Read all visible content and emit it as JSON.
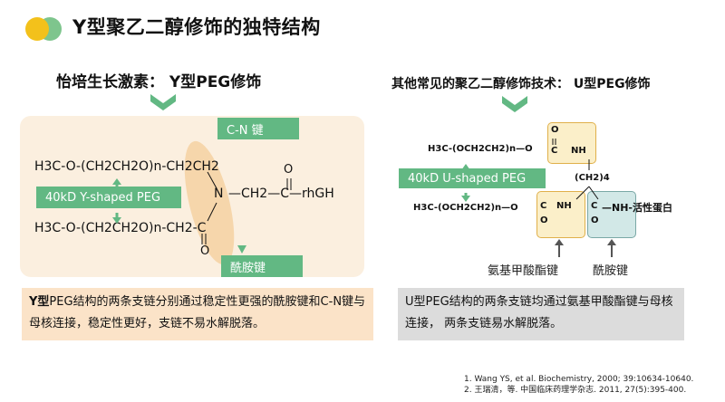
{
  "header": {
    "title": "Y型聚乙二醇修饰的独特结构"
  },
  "left": {
    "heading": "怡培生长激素： Y型PEG修饰",
    "top_chain": "H3C-O-(CH2CH2O)n-CH2CH2",
    "bottom_chain": "H3C-O-(CH2CH2O)n-CH2-C",
    "n_atom": "N",
    "tail": "—CH2—C—rhGH",
    "o_top": "O",
    "o_bottom": "O",
    "label_cn_bond": "C-N 键",
    "label_peg": "40kD Y-shaped PEG",
    "label_amide": "酰胺键",
    "desc_bold": "Y型",
    "desc_text": "PEG结构的两条支链分别通过稳定性更强的酰胺键和C-N键与母核连接，稳定性更好，支链不易水解脱落。"
  },
  "right": {
    "heading": "其他常见的聚乙二醇修饰技术： U型PEG修饰",
    "top_chain": "H3C-(OCH2CH2)n—O",
    "bottom_chain": "H3C-(OCH2CH2)n—O",
    "c_label": "C",
    "nh_label": "NH",
    "o_label": "O",
    "ch2_4": "(CH2)4",
    "protein": "—NH-活性蛋白",
    "label_peg": "40kD U-shaped PEG",
    "label_carbamate": "氨基甲酸酯键",
    "label_amide": "酰胺键",
    "desc_text": "U型PEG结构的两条支链均通过氨基甲酸酯键与母核连接， 两条支链易水解脱落。"
  },
  "references": [
    "1.  Wang YS, et al. Biochemistry, 2000; 39:10634-10640.",
    "2.  王瑞清，等. 中国临床药理学杂志. 2011, 27(5):395-400."
  ],
  "colors": {
    "green": "#62b883",
    "logo_yellow": "#f3c11b",
    "logo_green": "#7ec58d",
    "left_panel": "#fbefdf",
    "orange_box": "#fbefc9",
    "teal_box": "#d2e8e7"
  }
}
